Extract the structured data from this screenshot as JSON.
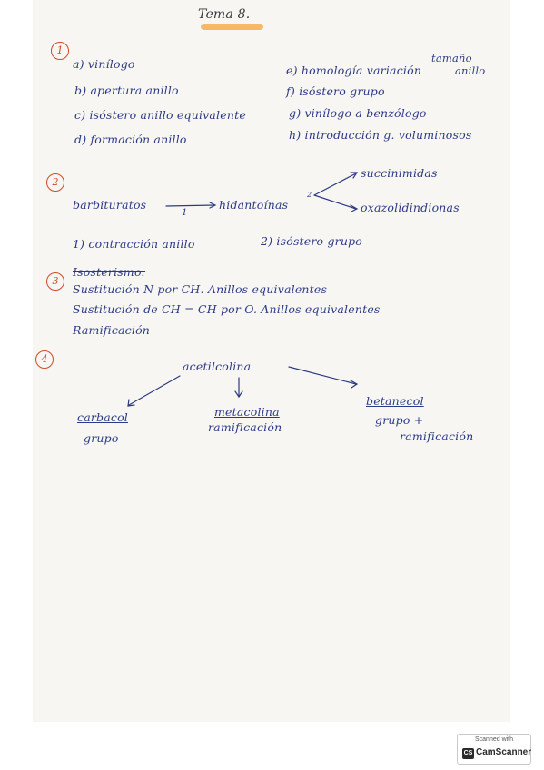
{
  "header": {
    "title": "Tema 8."
  },
  "sections": [
    {
      "number": "1",
      "items": {
        "a": "a) vinílogo",
        "b": "b) apertura anillo",
        "c": "c) isóstero anillo equivalente",
        "d": "d) formación anillo",
        "e1": "e) homología variación",
        "e2": "tamaño",
        "e3": "anillo",
        "f": "f) isóstero grupo",
        "g": "g) vinílogo a benzólogo",
        "h": "h) introducción g. voluminosos"
      }
    },
    {
      "number": "2",
      "items": {
        "start": "barbituratos",
        "step1": "1",
        "mid": "hidantoínas",
        "step2": "2",
        "top": "succinimidas",
        "bottom": "oxazolidindionas",
        "note1": "1) contracción anillo",
        "note2": "2) isóstero grupo"
      }
    },
    {
      "number": "3",
      "items": {
        "l1": "Isosterismo:",
        "l2": "Sustitución N por CH. Anillos equivalentes",
        "l3": "Sustitución de CH = CH por O. Anillos equivalentes",
        "l4": "Ramificación"
      }
    },
    {
      "number": "4",
      "items": {
        "center": "acetilcolina",
        "left1": "carbacol",
        "left2": "grupo",
        "mid1": "metacolina",
        "mid2": "ramificación",
        "right1": "betanecol",
        "right2": "grupo +",
        "right3": "ramificación"
      }
    }
  ],
  "stamp": {
    "top": "Scanned with",
    "logo": "CS",
    "name": "CamScanner"
  }
}
